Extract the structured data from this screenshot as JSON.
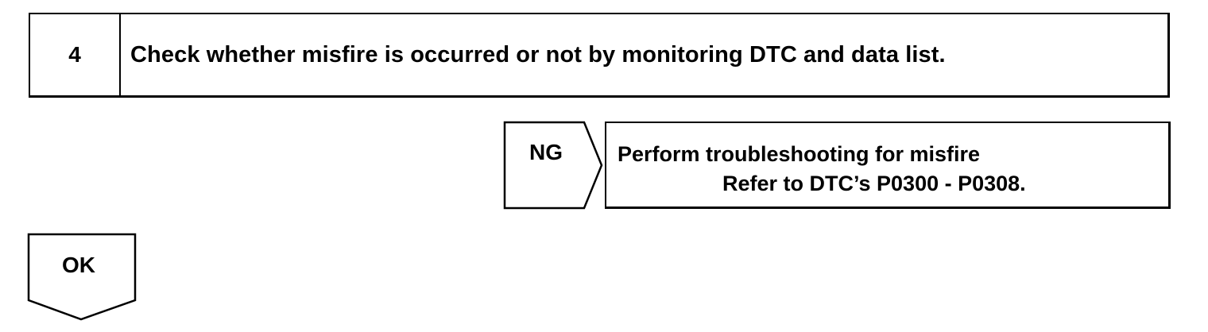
{
  "step": {
    "number": "4",
    "text": "Check whether misfire is occurred or not by monitoring DTC and data list."
  },
  "ng_branch": {
    "label": "NG",
    "action_line1": "Perform troubleshooting for misfire",
    "action_line2": "Refer to DTC’s P0300 - P0308."
  },
  "ok_branch": {
    "label": "OK"
  },
  "shapes": {
    "ng_arrow": "right-pointing-pentagon",
    "ok_arrow": "down-pointing-pentagon"
  }
}
